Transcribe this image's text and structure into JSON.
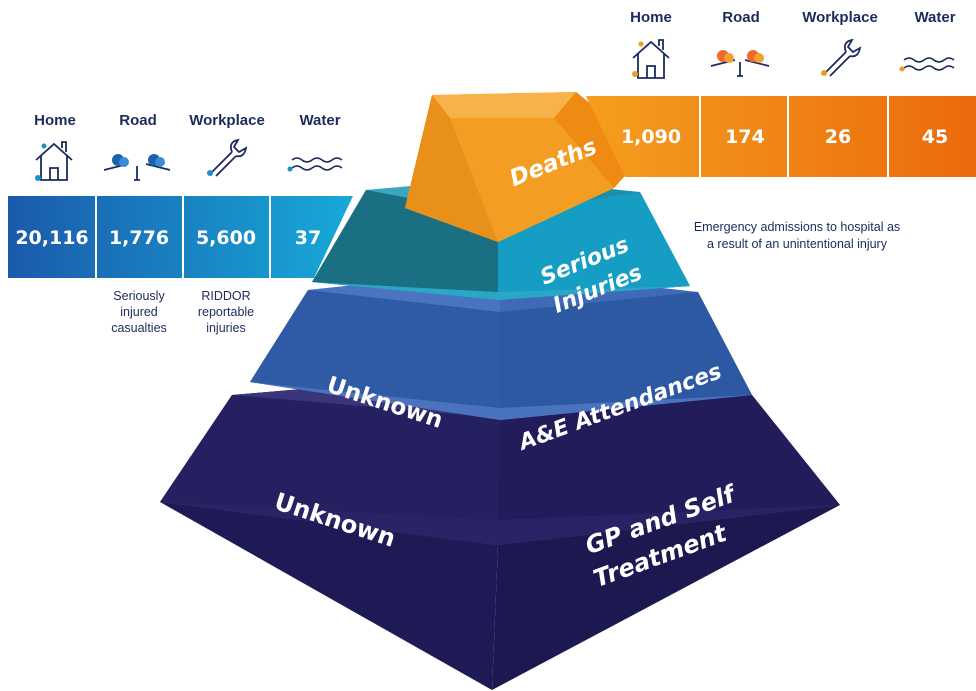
{
  "pyramid": {
    "tiers": {
      "deaths": "Deaths",
      "serious_line1": "Serious",
      "serious_line2": "Injuries",
      "ae": "A&E Attendances",
      "gp_line1": "GP and Self",
      "gp_line2": "Treatment"
    },
    "unknown_ae": "Unknown",
    "unknown_gp": "Unknown"
  },
  "deaths_panel": {
    "headers": [
      "Home",
      "Road",
      "Workplace",
      "Water"
    ],
    "values": [
      "1,090",
      "174",
      "26",
      "45"
    ],
    "icons": [
      "house-icon",
      "road-icon",
      "wrench-icon",
      "water-waves-icon"
    ],
    "colors": [
      "#f29a1e",
      "#f08b15",
      "#ee7d10",
      "#eb6c0c"
    ]
  },
  "injuries_panel": {
    "headers": [
      "Home",
      "Road",
      "Workplace",
      "Water"
    ],
    "values": [
      "20,116",
      "1,776",
      "5,600",
      "37"
    ],
    "icons": [
      "house-icon",
      "road-icon",
      "wrench-icon",
      "water-waves-icon"
    ],
    "colors": [
      "#1f5fb0",
      "#1c7cc4",
      "#1a92cf",
      "#16a7d6"
    ],
    "notes": {
      "road": [
        "Seriously",
        "injured",
        "casualties"
      ],
      "workplace": [
        "RIDDOR",
        "reportable",
        "injuries"
      ]
    }
  },
  "emergency_note": {
    "line1": "Emergency admissions to hospital as",
    "line2": "a result of an unintentional injury"
  }
}
